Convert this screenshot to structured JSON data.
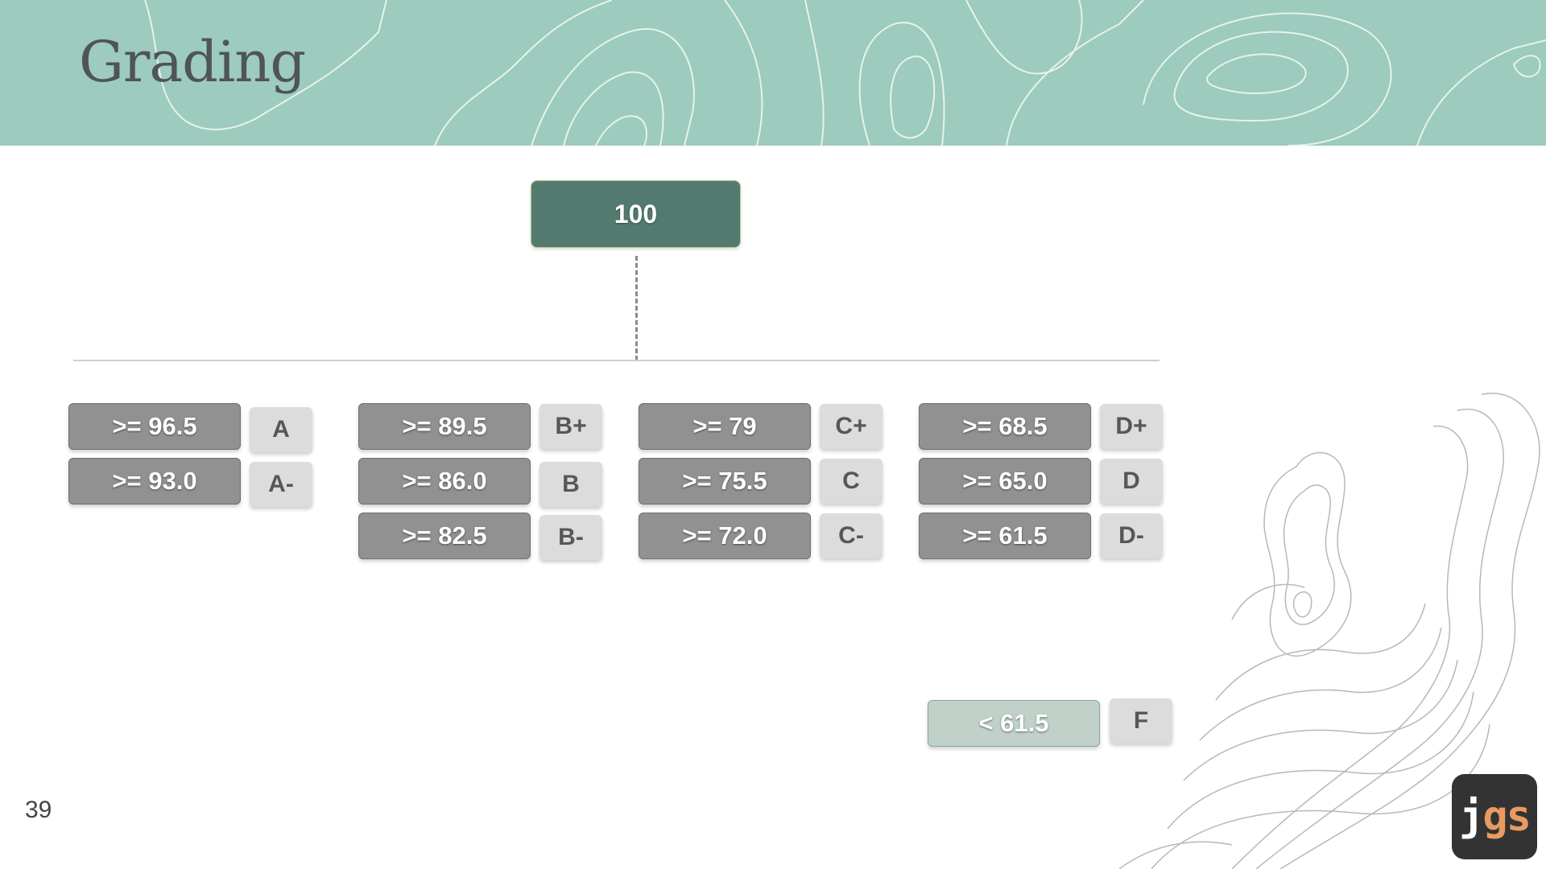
{
  "slide": {
    "title": "Grading",
    "page_number": "39",
    "root_score": "100",
    "logo": {
      "j": "j",
      "gs": "gs"
    }
  },
  "grades": [
    {
      "threshold": ">= 96.5",
      "letter": "A"
    },
    {
      "threshold": ">= 93.0",
      "letter": "A-"
    },
    {
      "threshold": ">= 89.5",
      "letter": "B+"
    },
    {
      "threshold": ">= 86.0",
      "letter": "B"
    },
    {
      "threshold": ">= 82.5",
      "letter": "B-"
    },
    {
      "threshold": ">= 79",
      "letter": "C+"
    },
    {
      "threshold": ">= 75.5",
      "letter": "C"
    },
    {
      "threshold": ">= 72.0",
      "letter": "C-"
    },
    {
      "threshold": ">= 68.5",
      "letter": "D+"
    },
    {
      "threshold": ">= 65.0",
      "letter": "D"
    },
    {
      "threshold": ">= 61.5",
      "letter": "D-"
    },
    {
      "threshold": "< 61.5",
      "letter": "F"
    }
  ],
  "colors": {
    "header": "#9dcbbd",
    "root": "#547a70",
    "threshold": "#919191",
    "fail_threshold": "#bfd1c8",
    "letter_box": "#dcdcdc",
    "logo_accent": "#e89a62"
  }
}
